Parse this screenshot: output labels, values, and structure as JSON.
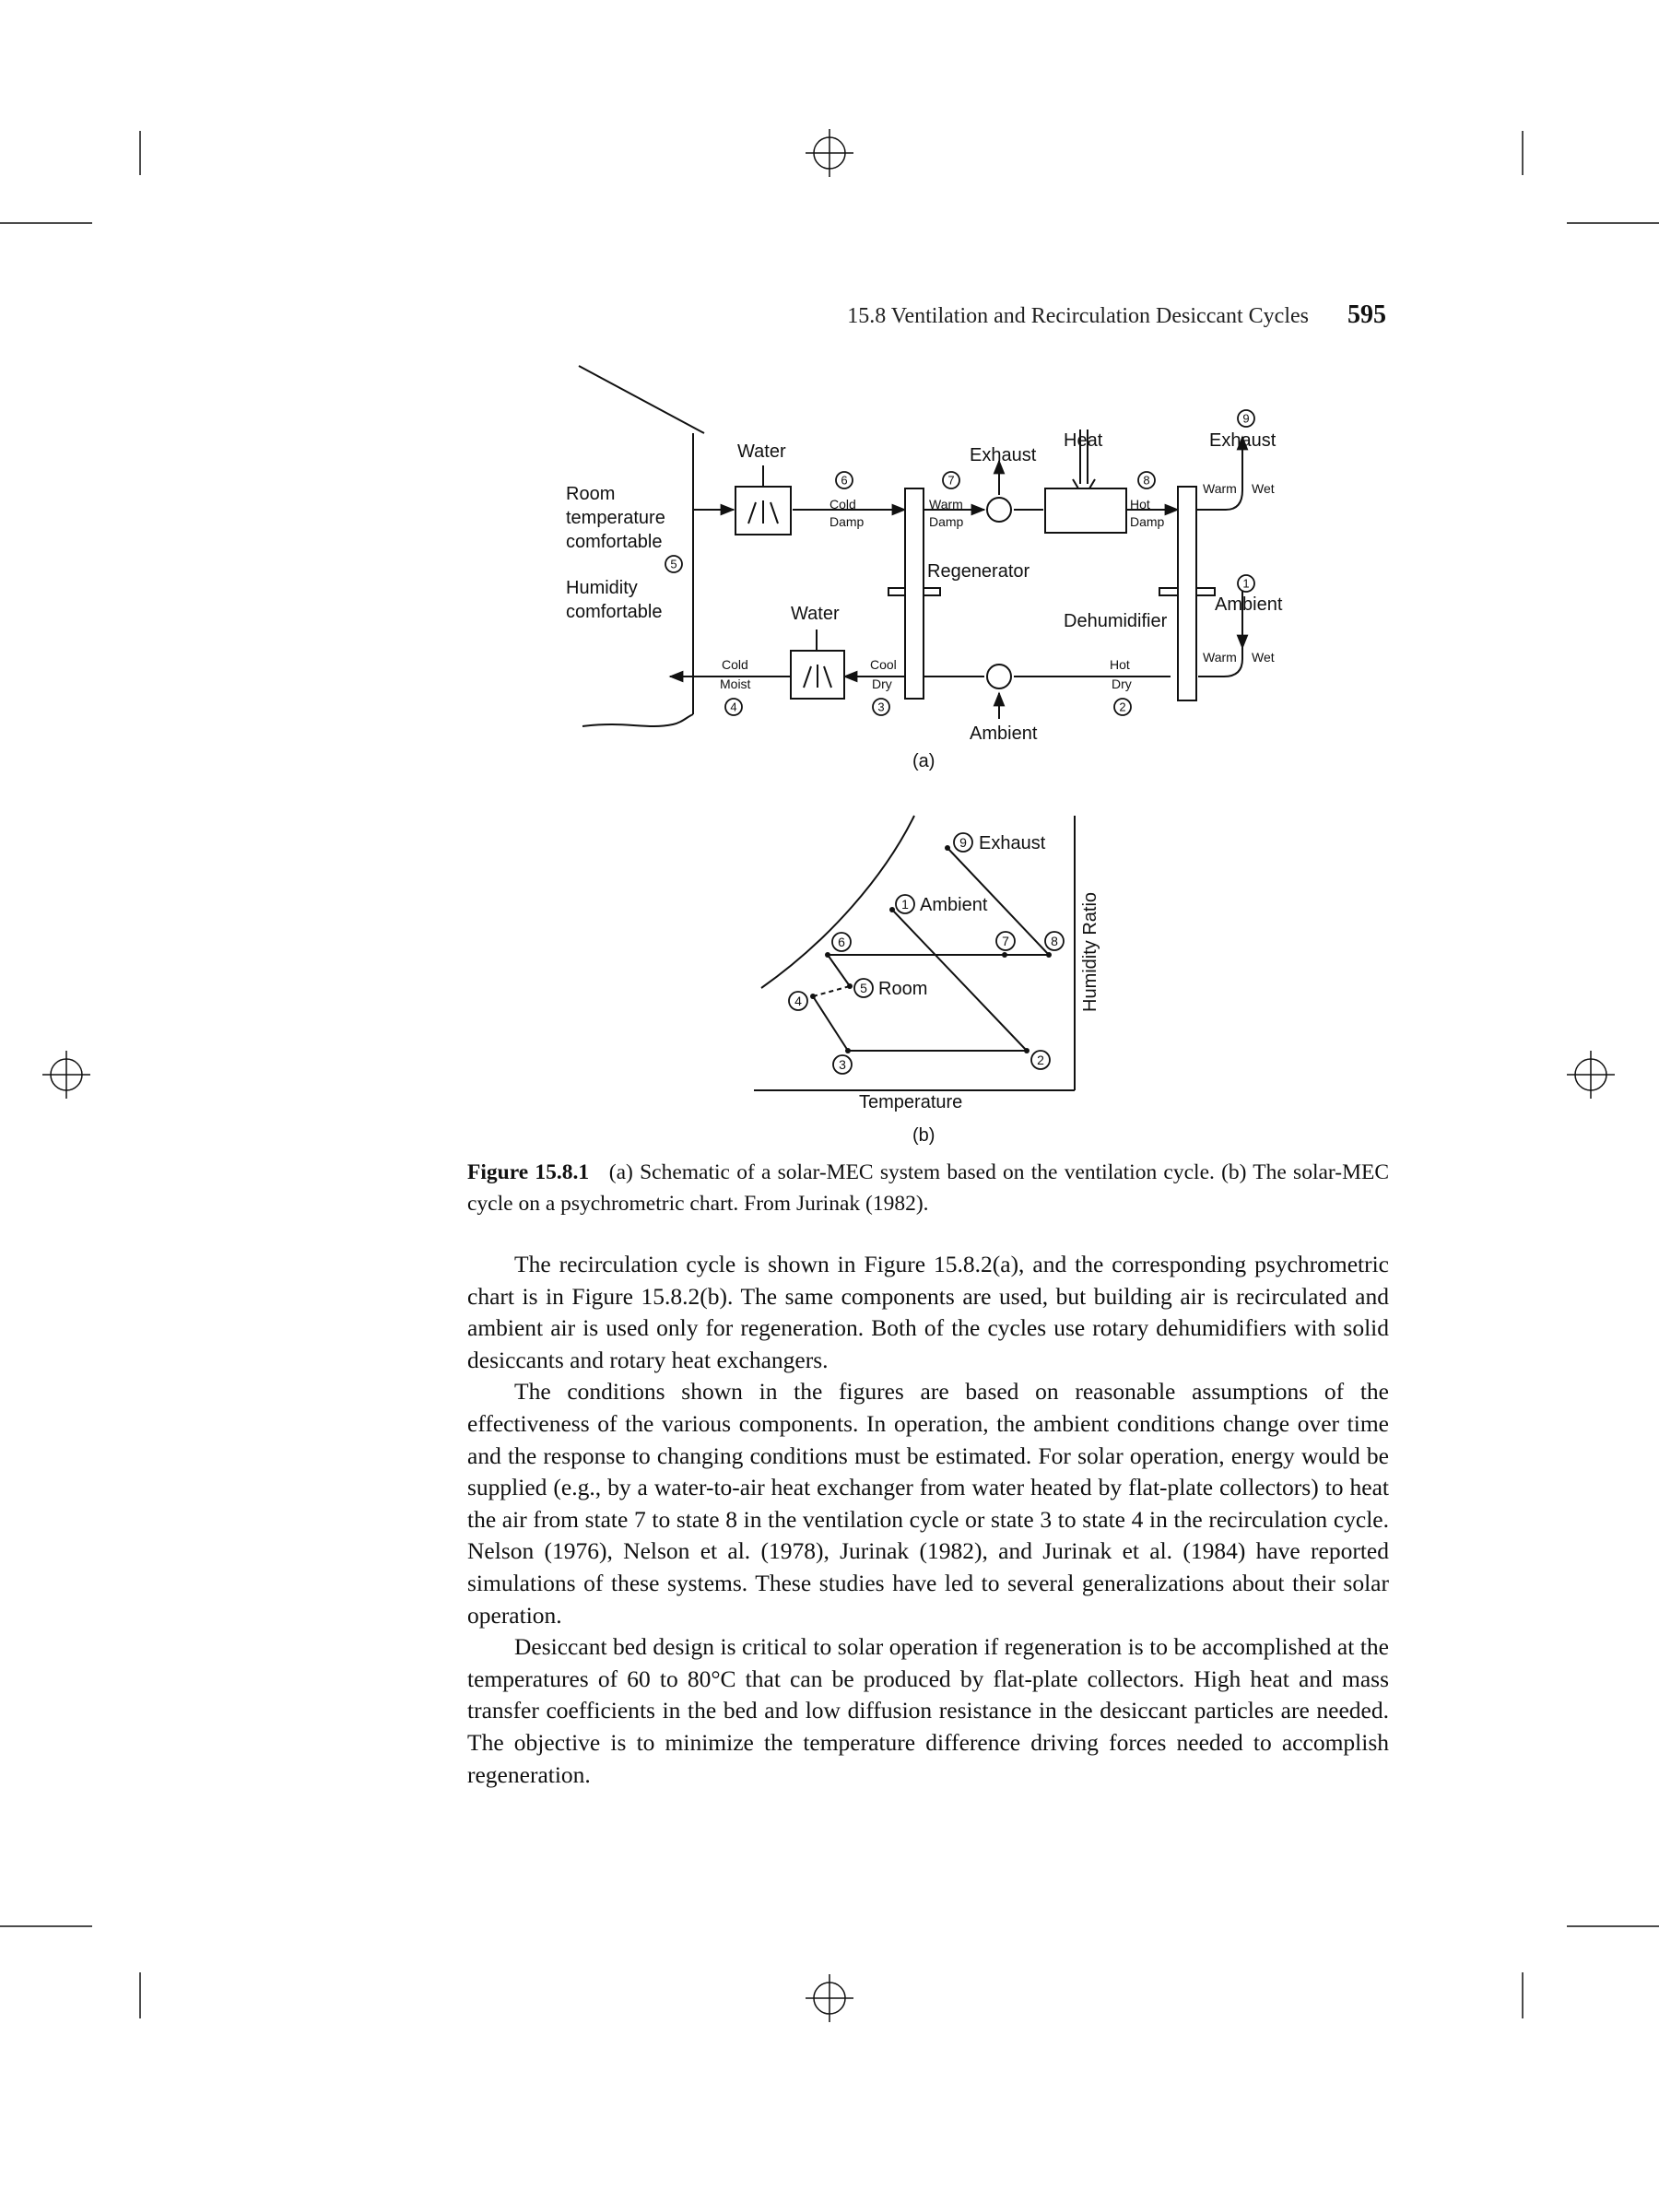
{
  "header": {
    "section": "15.8 Ventilation and Recirculation Desiccant Cycles",
    "page_number": "595"
  },
  "schematic": {
    "water_top": "Water",
    "water_bottom": "Water",
    "exhaust_top": "Exhaust",
    "heat": "Heat",
    "exhaust_right": "Exhaust",
    "room_temp_1": "Room",
    "room_temp_2": "temperature",
    "room_temp_3": "comfortable",
    "humidity_1": "Humidity",
    "humidity_2": "comfortable",
    "regenerator": "Regenerator",
    "dehumidifier": "Dehumidifier",
    "ambient_right": "Ambient",
    "ambient_bottom": "Ambient",
    "s6_a": "Cold",
    "s6_b": "Damp",
    "s7_a": "Warm",
    "s7_b": "Damp",
    "s8_a": "Hot",
    "s8_b": "Damp",
    "s9_a": "Warm",
    "s9_b": "Wet",
    "s1_a": "Warm",
    "s1_b": "Wet",
    "s4_a": "Cold",
    "s4_b": "Moist",
    "s3_a": "Cool",
    "s3_b": "Dry",
    "s2_a": "Hot",
    "s2_b": "Dry",
    "n1": "1",
    "n2": "2",
    "n3": "3",
    "n4": "4",
    "n5": "5",
    "n6": "6",
    "n7": "7",
    "n8": "8",
    "n9": "9",
    "sublabel": "(a)"
  },
  "chart": {
    "exhaust": "Exhaust",
    "ambient": "Ambient",
    "room": "Room",
    "ylabel": "Humidity Ratio",
    "xlabel": "Temperature",
    "n1": "1",
    "n2": "2",
    "n3": "3",
    "n4": "4",
    "n5": "5",
    "n6": "6",
    "n7": "7",
    "n8": "8",
    "n9": "9",
    "sublabel": "(b)"
  },
  "caption": {
    "label": "Figure 15.8.1",
    "text": "(a) Schematic of a solar-MEC system based on the ventilation cycle. (b) The solar-MEC cycle on a psychrometric chart. From Jurinak (1982)."
  },
  "paragraphs": [
    "The recirculation cycle is shown in Figure 15.8.2(a), and the corresponding psychrometric chart is in Figure 15.8.2(b). The same components are used, but building air is recirculated and ambient air is used only for regeneration. Both of the cycles use rotary dehumidifiers with solid desiccants and rotary heat exchangers.",
    "The conditions shown in the figures are based on reasonable assumptions of the effectiveness of the various components. In operation, the ambient conditions change over time and the response to changing conditions must be estimated. For solar operation, energy would be supplied (e.g., by a water-to-air heat exchanger from water heated by flat-plate collectors) to heat the air from state 7 to state 8 in the ventilation cycle or state 3 to state 4 in the recirculation cycle. Nelson (1976), Nelson et al. (1978), Jurinak (1982), and Jurinak et al. (1984) have reported simulations of these systems. These studies have led to several generalizations about their solar operation.",
    "Desiccant bed design is critical to solar operation if regeneration is to be accomplished at the temperatures of 60 to 80°C that can be produced by flat-plate collectors. High heat and mass transfer coefficients in the bed and low diffusion resistance in the desiccant particles are needed. The objective is to minimize the temperature difference driving forces needed to accomplish regeneration."
  ]
}
